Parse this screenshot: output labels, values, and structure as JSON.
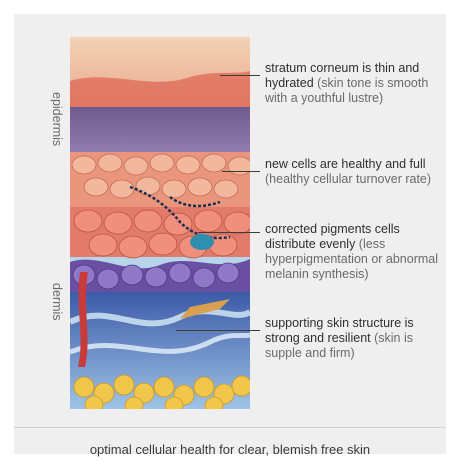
{
  "side_labels": {
    "epidermis": "epidermis",
    "dermis": "dermis"
  },
  "annotations": [
    {
      "bold": "stratum corneum is thin and hydrated",
      "light": " (skin tone is smooth with a youthful lustre)"
    },
    {
      "bold": "new cells are healthy and full",
      "light": " (healthy cellular turnover rate)"
    },
    {
      "bold": "corrected pigments cells distribute evenly",
      "light": " (less hyperpigmentation or abnormal melanin synthesis)"
    },
    {
      "bold": "supporting skin structure is strong and resilient",
      "light": " (skin is supple and firm)"
    }
  ],
  "caption": "optimal cellular health for clear, blemish free skin"
}
